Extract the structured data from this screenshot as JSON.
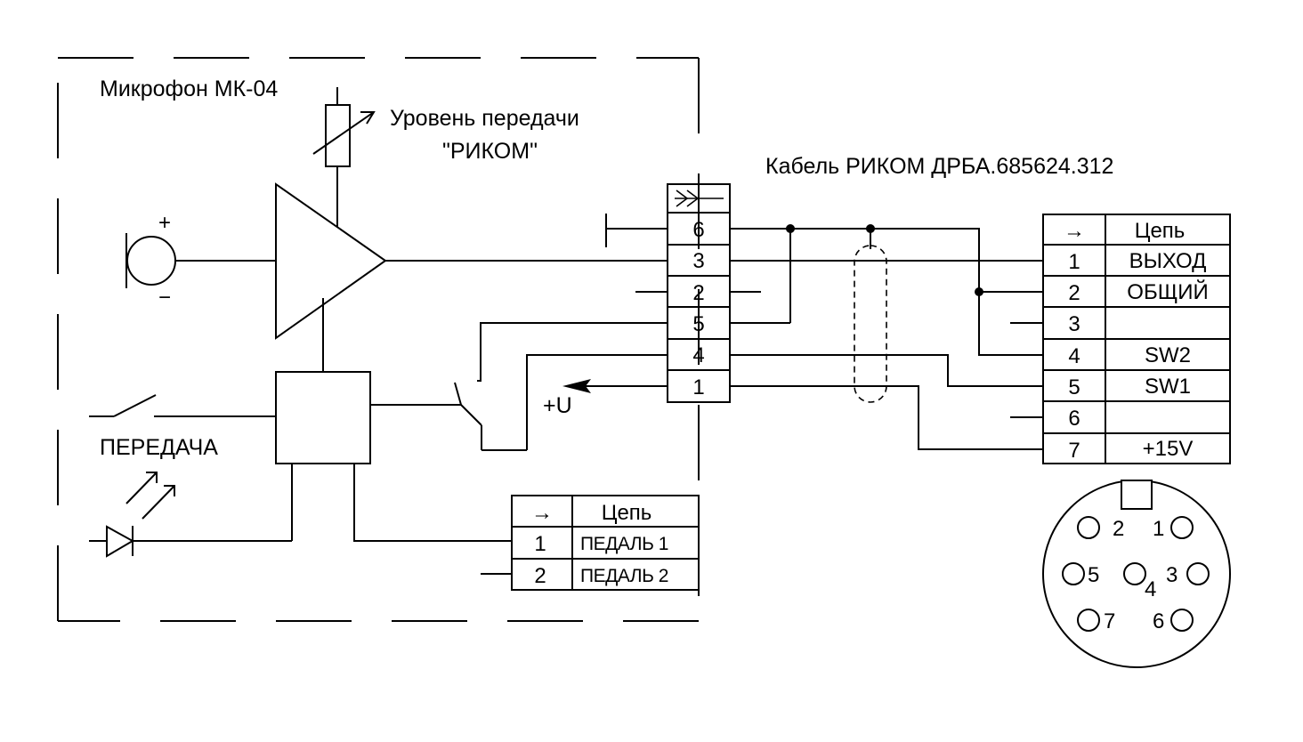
{
  "labels": {
    "device": "Микрофон МК-04",
    "level_line1": "Уровень передачи",
    "level_line2": "\"РИКОМ\"",
    "cable": "Кабель РИКОМ ДРБА.685624.312",
    "transmit": "ПЕРЕДАЧА",
    "voltage": "+U",
    "plus": "+",
    "minus": "−"
  },
  "connector_x1": {
    "header": "->>",
    "pins": [
      "6",
      "3",
      "2",
      "5",
      "4",
      "1"
    ]
  },
  "connector_x2": {
    "arrow": "→",
    "header": "Цепь",
    "rows": [
      {
        "pin": "1",
        "signal": "ВЫХОД"
      },
      {
        "pin": "2",
        "signal": "ОБЩИЙ"
      },
      {
        "pin": "3",
        "signal": ""
      },
      {
        "pin": "4",
        "signal": "SW2"
      },
      {
        "pin": "5",
        "signal": "SW1"
      },
      {
        "pin": "6",
        "signal": ""
      },
      {
        "pin": "7",
        "signal": "+15V"
      }
    ]
  },
  "pedal_connector": {
    "arrow": "→",
    "header": "Цепь",
    "rows": [
      {
        "pin": "1",
        "signal": "ПЕДАЛЬ 1"
      },
      {
        "pin": "2",
        "signal": "ПЕДАЛЬ 2"
      }
    ]
  },
  "din_socket": {
    "pin_labels": [
      "1",
      "2",
      "3",
      "4",
      "5",
      "6",
      "7"
    ]
  }
}
